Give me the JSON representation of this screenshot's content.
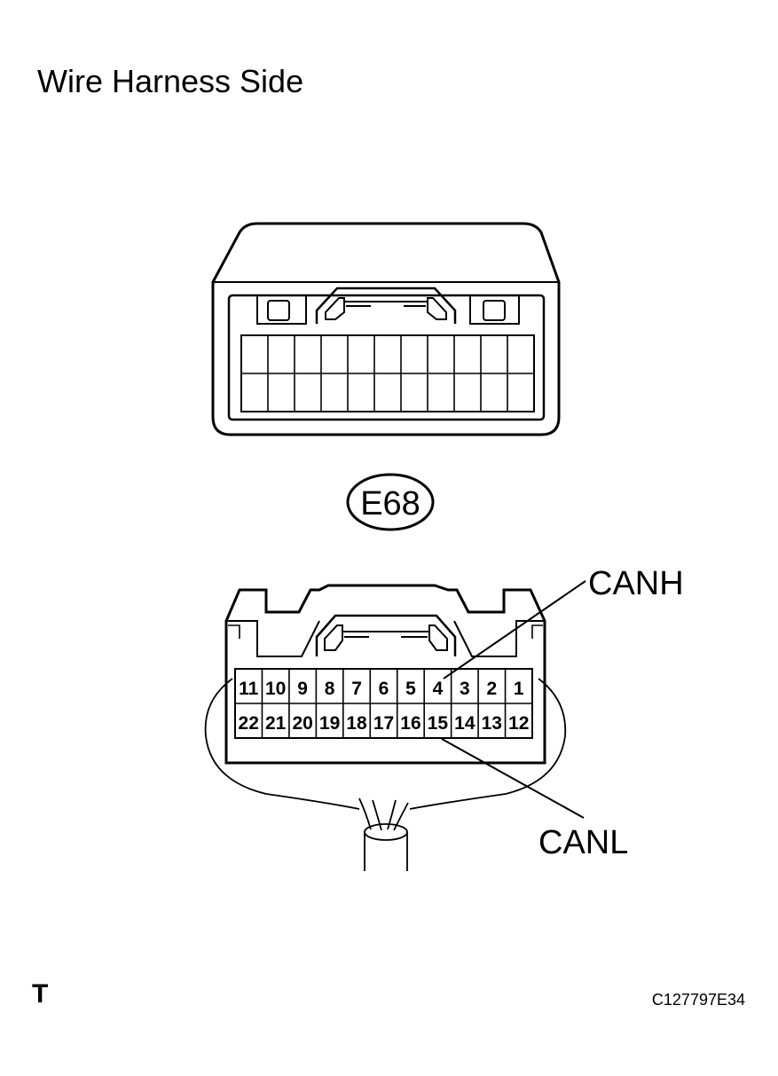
{
  "title": "Wire Harness Side",
  "connector_code": "E68",
  "pins_top_row": [
    "11",
    "10",
    "9",
    "8",
    "7",
    "6",
    "5",
    "4",
    "3",
    "2",
    "1"
  ],
  "pins_bottom_row": [
    "22",
    "21",
    "20",
    "19",
    "18",
    "17",
    "16",
    "15",
    "14",
    "13",
    "12"
  ],
  "signals": [
    {
      "name": "CANH",
      "pin": "4"
    },
    {
      "name": "CANL",
      "pin": "15"
    }
  ],
  "corner_mark": "T",
  "figure_code": "C127797E34"
}
